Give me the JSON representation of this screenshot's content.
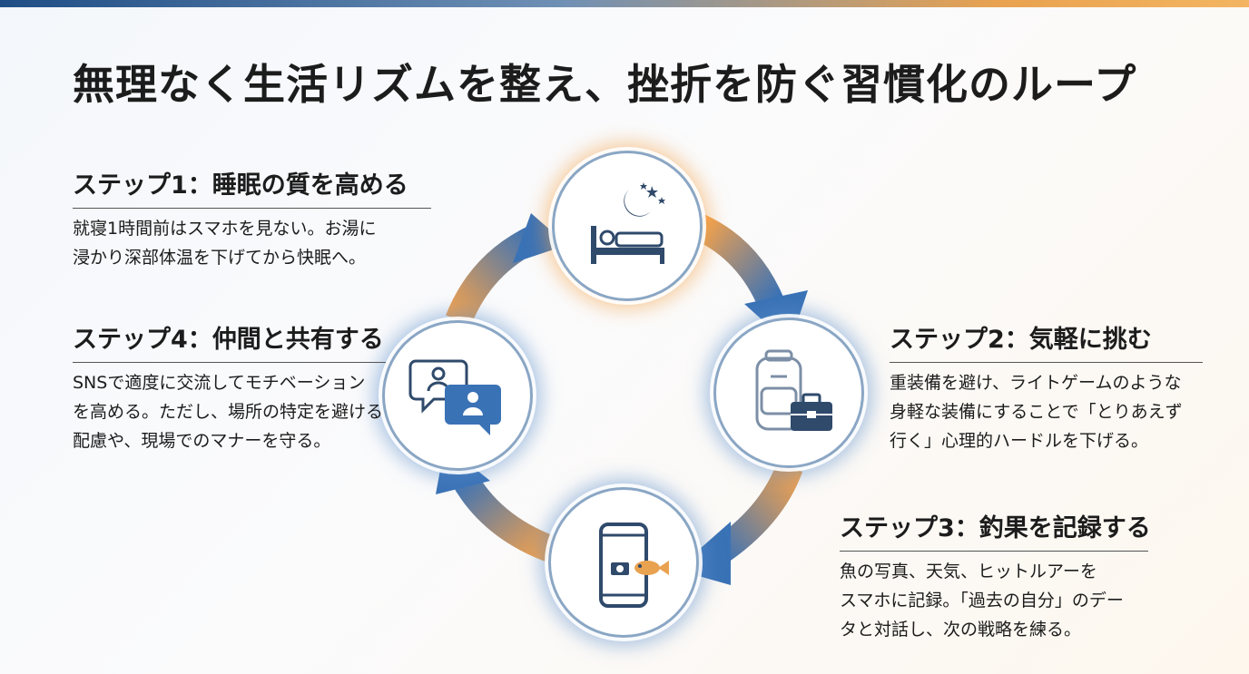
{
  "title": "無理なく生活リズムを整え、挫折を防ぐ習慣化のループ",
  "colors": {
    "accent_orange": "#f0a050",
    "accent_blue": "#3c74b4",
    "icon_dark": "#2f4a6b"
  },
  "steps": [
    {
      "heading": "ステップ1：睡眠の質を高める",
      "body": "就寝1時間前はスマホを見ない。お湯に\n浸かり深部体温を下げてから快眠へ。",
      "icon": "sleep-bed-moon-icon"
    },
    {
      "heading": "ステップ2：気軽に挑む",
      "body": "重装備を避け、ライトゲームのような\n身軽な装備にすることで「とりあえず\n行く」心理的ハードルを下げる。",
      "icon": "backpack-toolbox-icon"
    },
    {
      "heading": "ステップ3：釣果を記録する",
      "body": "魚の写真、天気、ヒットルアーを\nスマホに記録。「過去の自分」のデー\nタと対話し、次の戦略を練る。",
      "icon": "phone-camera-fish-icon"
    },
    {
      "heading": "ステップ4：仲間と共有する",
      "body": "SNSで適度に交流してモチベーション\nを高める。ただし、場所の特定を避ける\n配慮や、現場でのマナーを守る。",
      "icon": "chat-users-icon"
    }
  ]
}
